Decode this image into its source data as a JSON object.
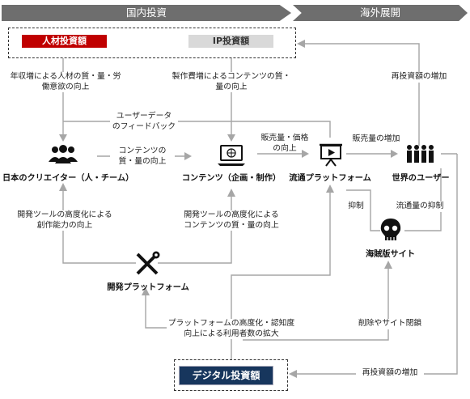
{
  "bands": {
    "domestic": "国内投資",
    "overseas": "海外展開"
  },
  "top_tags": {
    "human_capital": "人材投資額",
    "ip": "IP投資額"
  },
  "bottom_tag": "デジタル投資額",
  "nodes": {
    "creators": "日本のクリエイター（人・チーム）",
    "content": "コンテンツ（企画・制作）",
    "platform": "流通プラットフォーム",
    "users": "世界のユーザー",
    "piracy": "海賊版サイト",
    "dev_platform": "開発プラットフォーム"
  },
  "labels": {
    "income_up": [
      "年収増による人材の質・量・労",
      "働意欲の向上"
    ],
    "budget_up": [
      "製作費増によるコンテンツの質・",
      "量の向上"
    ],
    "reinvest_top": "再投資額の増加",
    "user_feedback": [
      "ユーザーデータ",
      "のフィードバック"
    ],
    "content_quality": [
      "コンテンツの",
      "質・量の向上"
    ],
    "sales_price": [
      "販売量・価格",
      "の向上"
    ],
    "sales_up": "販売量の増加",
    "suppress": "抑制",
    "dist_suppress": "流通量の抑制",
    "tool_creative": [
      "開発ツールの高度化による",
      "創作能力の向上"
    ],
    "tool_content": [
      "開発ツールの高度化による",
      "コンテンツの質・量の向上"
    ],
    "platform_adv": [
      "プラットフォームの高度化・認知度",
      "向上による利用者数の拡大"
    ],
    "takedown": "削除やサイト閉鎖",
    "reinvest_bottom": "再投資額の増加"
  },
  "icons": {
    "creators": "people-group-icon",
    "content": "laptop-globe-icon",
    "platform": "video-screen-icon",
    "users": "crowd-icon",
    "piracy": "skull-icon",
    "dev_platform": "tools-icon"
  },
  "colors": {
    "band": "#6e6e6e",
    "red": "#c00000",
    "grey_tag": "#d9d9d9",
    "navy": "#17365d",
    "arrow": "#a6a6a6"
  }
}
